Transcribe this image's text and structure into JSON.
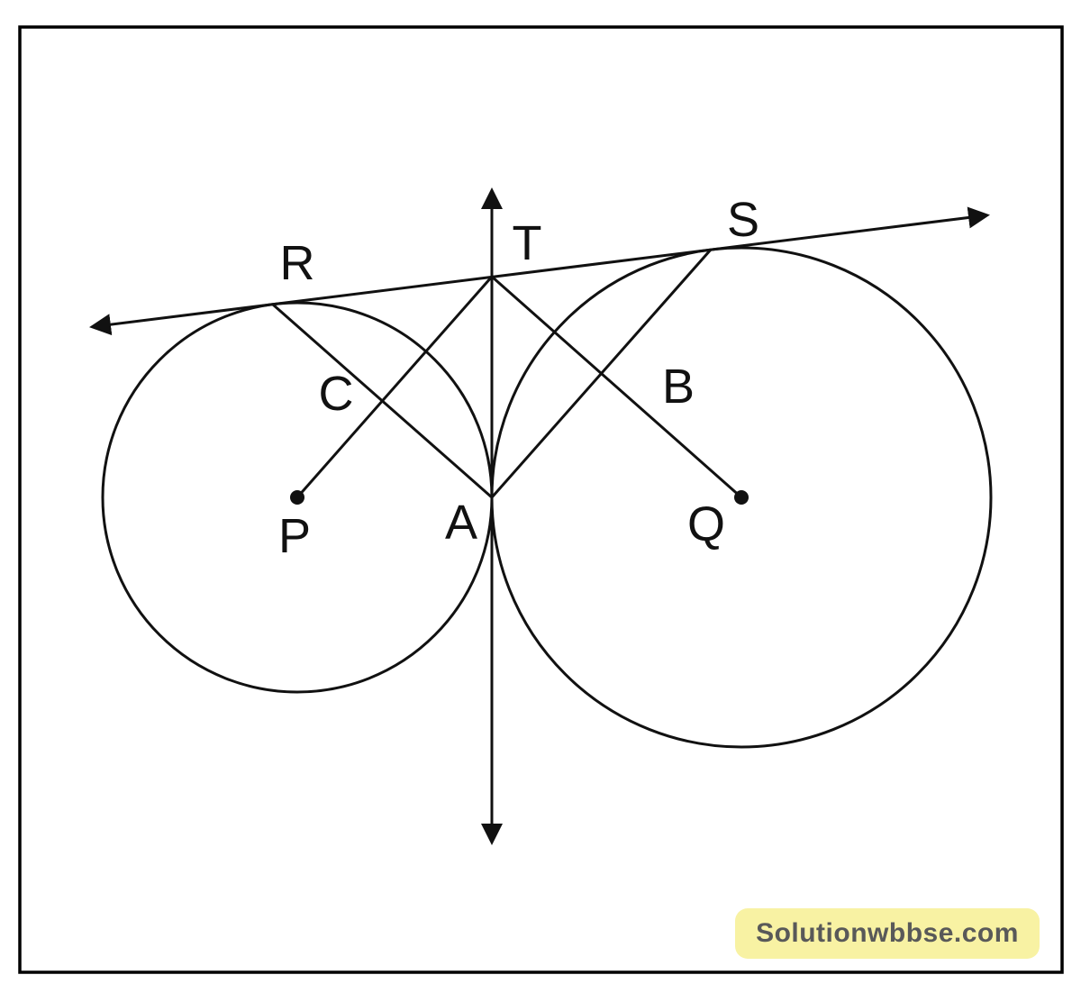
{
  "figure": {
    "description": "Two circles touching externally at A with common tangent RS and common tangent at A meeting RS at T",
    "labels": {
      "R": "R",
      "T": "T",
      "S": "S",
      "C": "C",
      "B": "B",
      "P": "P",
      "A": "A",
      "Q": "Q"
    }
  },
  "watermark": {
    "text": "Solutionwbbse.com",
    "background": "#f8f2a3",
    "text_color": "#595959"
  },
  "colors": {
    "stroke": "#111111",
    "border": "#000000",
    "background": "#ffffff"
  }
}
